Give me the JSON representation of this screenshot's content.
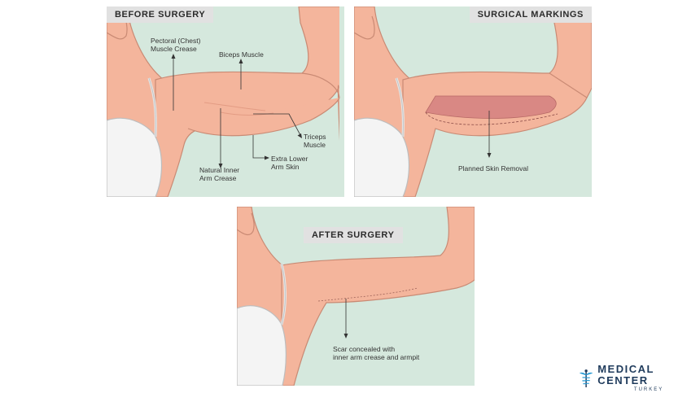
{
  "panels": {
    "before": {
      "title": "BEFORE SURGERY",
      "labels": {
        "pectoral": [
          "Pectoral (Chest)",
          "Muscle Crease"
        ],
        "biceps": "Biceps Muscle",
        "triceps": [
          "Triceps",
          "Muscle"
        ],
        "inner_crease": [
          "Natural Inner",
          "Arm Crease"
        ],
        "extra_skin": [
          "Extra Lower",
          "Arm Skin"
        ]
      }
    },
    "markings": {
      "title": "SURGICAL MARKINGS",
      "labels": {
        "planned": "Planned Skin Removal"
      }
    },
    "after": {
      "title": "AFTER SURGERY",
      "labels": {
        "scar": [
          "Scar concealed with",
          "inner arm crease and armpit"
        ]
      }
    }
  },
  "logo": {
    "name": "MEDICAL CENTER",
    "sub": "TURKEY",
    "icon": "caduceus-icon"
  },
  "colors": {
    "background": "#d5e8dd",
    "skin": "#f4b59c",
    "skin_outline": "#c98a74",
    "bra": "#f4f4f4",
    "removal_area": "#d98884",
    "brand": "#1f3b5c"
  }
}
